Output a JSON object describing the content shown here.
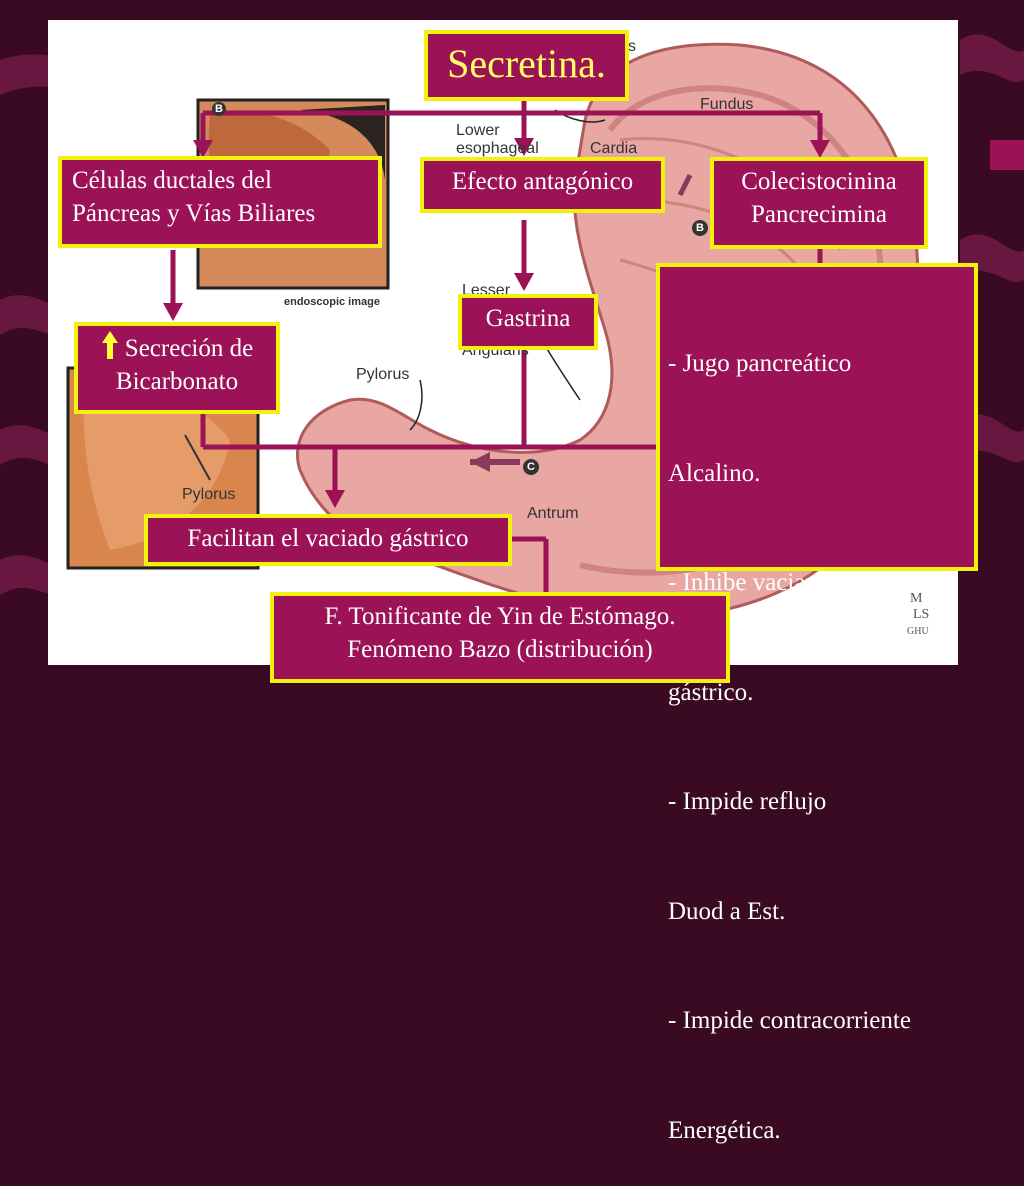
{
  "title": "Secretina.",
  "boxes": {
    "celulas": [
      "Células ductales del",
      "Páncreas y Vías Biliares"
    ],
    "antagonico": "Efecto antagónico",
    "cck": [
      "Colecistocinina",
      "Pancrecimina"
    ],
    "gastrina": "Gastrina",
    "secrecion": [
      "Secreción de",
      "Bicarbonato"
    ],
    "effects": [
      "- Jugo pancreático",
      "   Alcalino.",
      "- Inhibe vaciamiento",
      "  gástrico.",
      "- Impide reflujo",
      "  Duod a Est.",
      "- Impide contracorriente",
      "   Energética."
    ],
    "vaciado": "Facilitan el vaciado gástrico",
    "tonificante": [
      "F. Tonificante de Yin de Estómago.",
      "Fenómeno Bazo (distribución)"
    ]
  },
  "background_labels": {
    "fundus": "Fundus",
    "lower": "Lower",
    "esophageal": "esophageal",
    "cardia": "Cardia",
    "endoscopic": "endoscopic image",
    "lesser": "Lesser",
    "angularis": "Angularis",
    "pylorus_main": "Pylorus",
    "pylorus_photo": "Pylorus",
    "antrum": "Antrum",
    "marker_b_photo": "B",
    "marker_b": "B",
    "marker_c": "C",
    "marker_s": "s"
  },
  "icons": {
    "up_arrow": "up-arrow-icon",
    "watermark": "mls-logo-icon"
  },
  "colors": {
    "frame": "#3a0a22",
    "box_fill": "#9c1257",
    "box_border": "#f2f20a",
    "title_text": "#ffff66",
    "connector": "#9c1257",
    "stomach": "#e8a7a2"
  }
}
